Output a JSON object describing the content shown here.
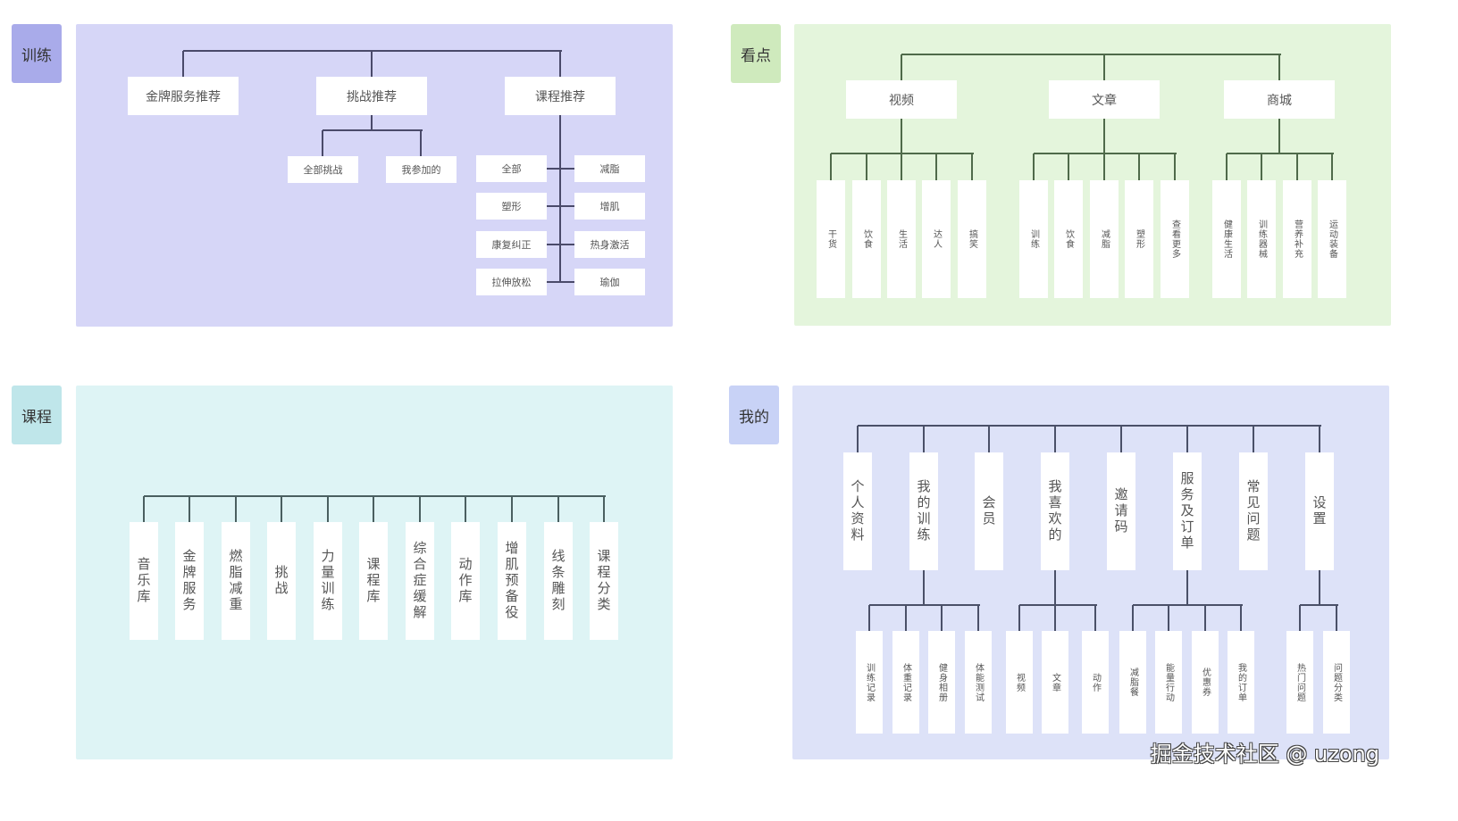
{
  "colors": {
    "training_tile": "#a9abea",
    "training_panel": "#d6d6f7",
    "training_line": "#4a4a6a",
    "kandian_tile": "#cfeabd",
    "kandian_panel": "#e4f5dc",
    "kandian_line": "#4f6a4a",
    "course_tile": "#bfe6ea",
    "course_panel": "#def4f5",
    "course_line": "#4a5f60",
    "mine_tile": "#c8d2f6",
    "mine_panel": "#dde2f8",
    "mine_line": "#4a5068"
  },
  "sections": {
    "training": {
      "label": "训练",
      "children": [
        {
          "label": "金牌服务推荐",
          "children": []
        },
        {
          "label": "挑战推荐",
          "children": [
            {
              "label": "全部挑战"
            },
            {
              "label": "我参加的"
            }
          ]
        },
        {
          "label": "课程推荐",
          "children": [
            {
              "label": "全部"
            },
            {
              "label": "减脂"
            },
            {
              "label": "塑形"
            },
            {
              "label": "增肌"
            },
            {
              "label": "康复纠正"
            },
            {
              "label": "热身激活"
            },
            {
              "label": "拉伸放松"
            },
            {
              "label": "瑜伽"
            }
          ]
        }
      ]
    },
    "kandian": {
      "label": "看点",
      "children": [
        {
          "label": "视频",
          "children": [
            {
              "label": "干货"
            },
            {
              "label": "饮食"
            },
            {
              "label": "生活"
            },
            {
              "label": "达人"
            },
            {
              "label": "搞笑"
            }
          ]
        },
        {
          "label": "文章",
          "children": [
            {
              "label": "训练"
            },
            {
              "label": "饮食"
            },
            {
              "label": "减脂"
            },
            {
              "label": "塑形"
            },
            {
              "label": "查看更多"
            }
          ]
        },
        {
          "label": "商城",
          "children": [
            {
              "label": "健康生活"
            },
            {
              "label": "训练器械"
            },
            {
              "label": "营养补充"
            },
            {
              "label": "运动装备"
            }
          ]
        }
      ]
    },
    "course": {
      "label": "课程",
      "children": [
        {
          "label": "音乐库"
        },
        {
          "label": "金牌服务"
        },
        {
          "label": "燃脂减重"
        },
        {
          "label": "挑战"
        },
        {
          "label": "力量训练"
        },
        {
          "label": "课程库"
        },
        {
          "label": "综合症缓解"
        },
        {
          "label": "动作库"
        },
        {
          "label": "增肌预备役"
        },
        {
          "label": "线条雕刻"
        },
        {
          "label": "课程分类"
        }
      ]
    },
    "mine": {
      "label": "我的",
      "children": [
        {
          "label": "个人资料",
          "children": []
        },
        {
          "label": "我的训练",
          "children": [
            {
              "label": "训练记录"
            },
            {
              "label": "体重记录"
            },
            {
              "label": "健身相册"
            },
            {
              "label": "体能测试"
            }
          ]
        },
        {
          "label": "会员",
          "children": []
        },
        {
          "label": "我喜欢的",
          "children": [
            {
              "label": "视频"
            },
            {
              "label": "文章"
            },
            {
              "label": "动作"
            }
          ]
        },
        {
          "label": "邀请码",
          "children": []
        },
        {
          "label": "服务及订单",
          "children": [
            {
              "label": "减脂餐"
            },
            {
              "label": "能量行动"
            },
            {
              "label": "优惠券"
            },
            {
              "label": "我的订单"
            }
          ]
        },
        {
          "label": "常见问题",
          "children": []
        },
        {
          "label": "设置",
          "children": [
            {
              "label": "热门问题"
            },
            {
              "label": "问题分类"
            }
          ]
        }
      ]
    }
  },
  "watermark": "掘金技术社区 @ uzong"
}
